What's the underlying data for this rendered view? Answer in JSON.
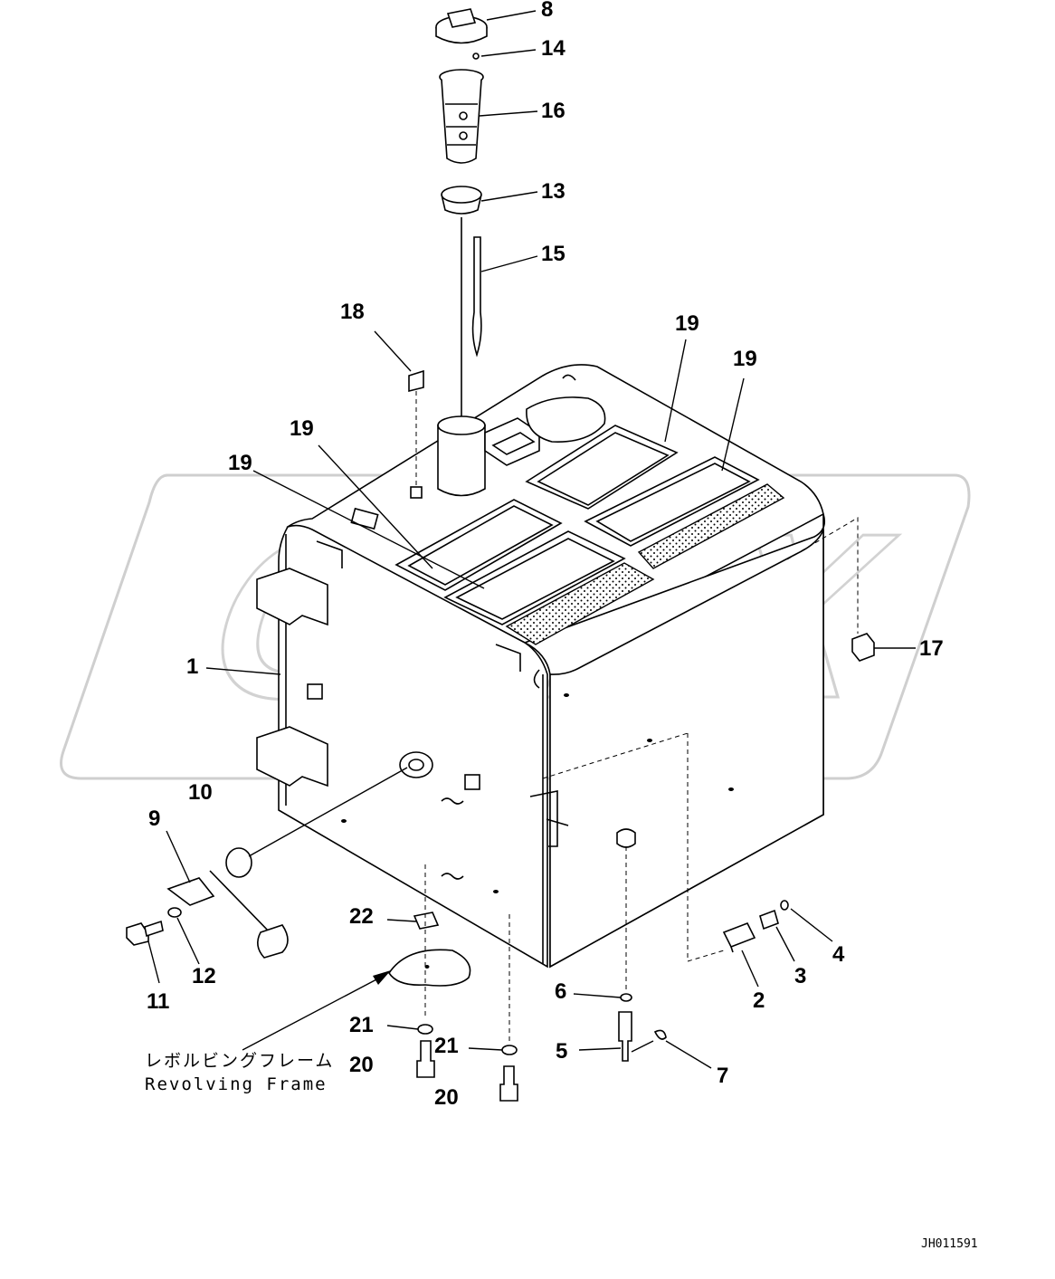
{
  "diagram": {
    "watermark": "OPEX",
    "drawing_code": "JH011591",
    "caption": {
      "japanese": "レボルビングフレーム",
      "english": "Revolving Frame"
    },
    "callouts": {
      "c1": "1",
      "c2": "2",
      "c3": "3",
      "c4": "4",
      "c5": "5",
      "c6": "6",
      "c7": "7",
      "c8": "8",
      "c9": "9",
      "c10": "10",
      "c11": "11",
      "c12": "12",
      "c13": "13",
      "c14": "14",
      "c15": "15",
      "c16": "16",
      "c17": "17",
      "c18": "18",
      "c19a": "19",
      "c19b": "19",
      "c19c": "19",
      "c19d": "19",
      "c20a": "20",
      "c20b": "20",
      "c21a": "21",
      "c21b": "21",
      "c22": "22"
    }
  }
}
